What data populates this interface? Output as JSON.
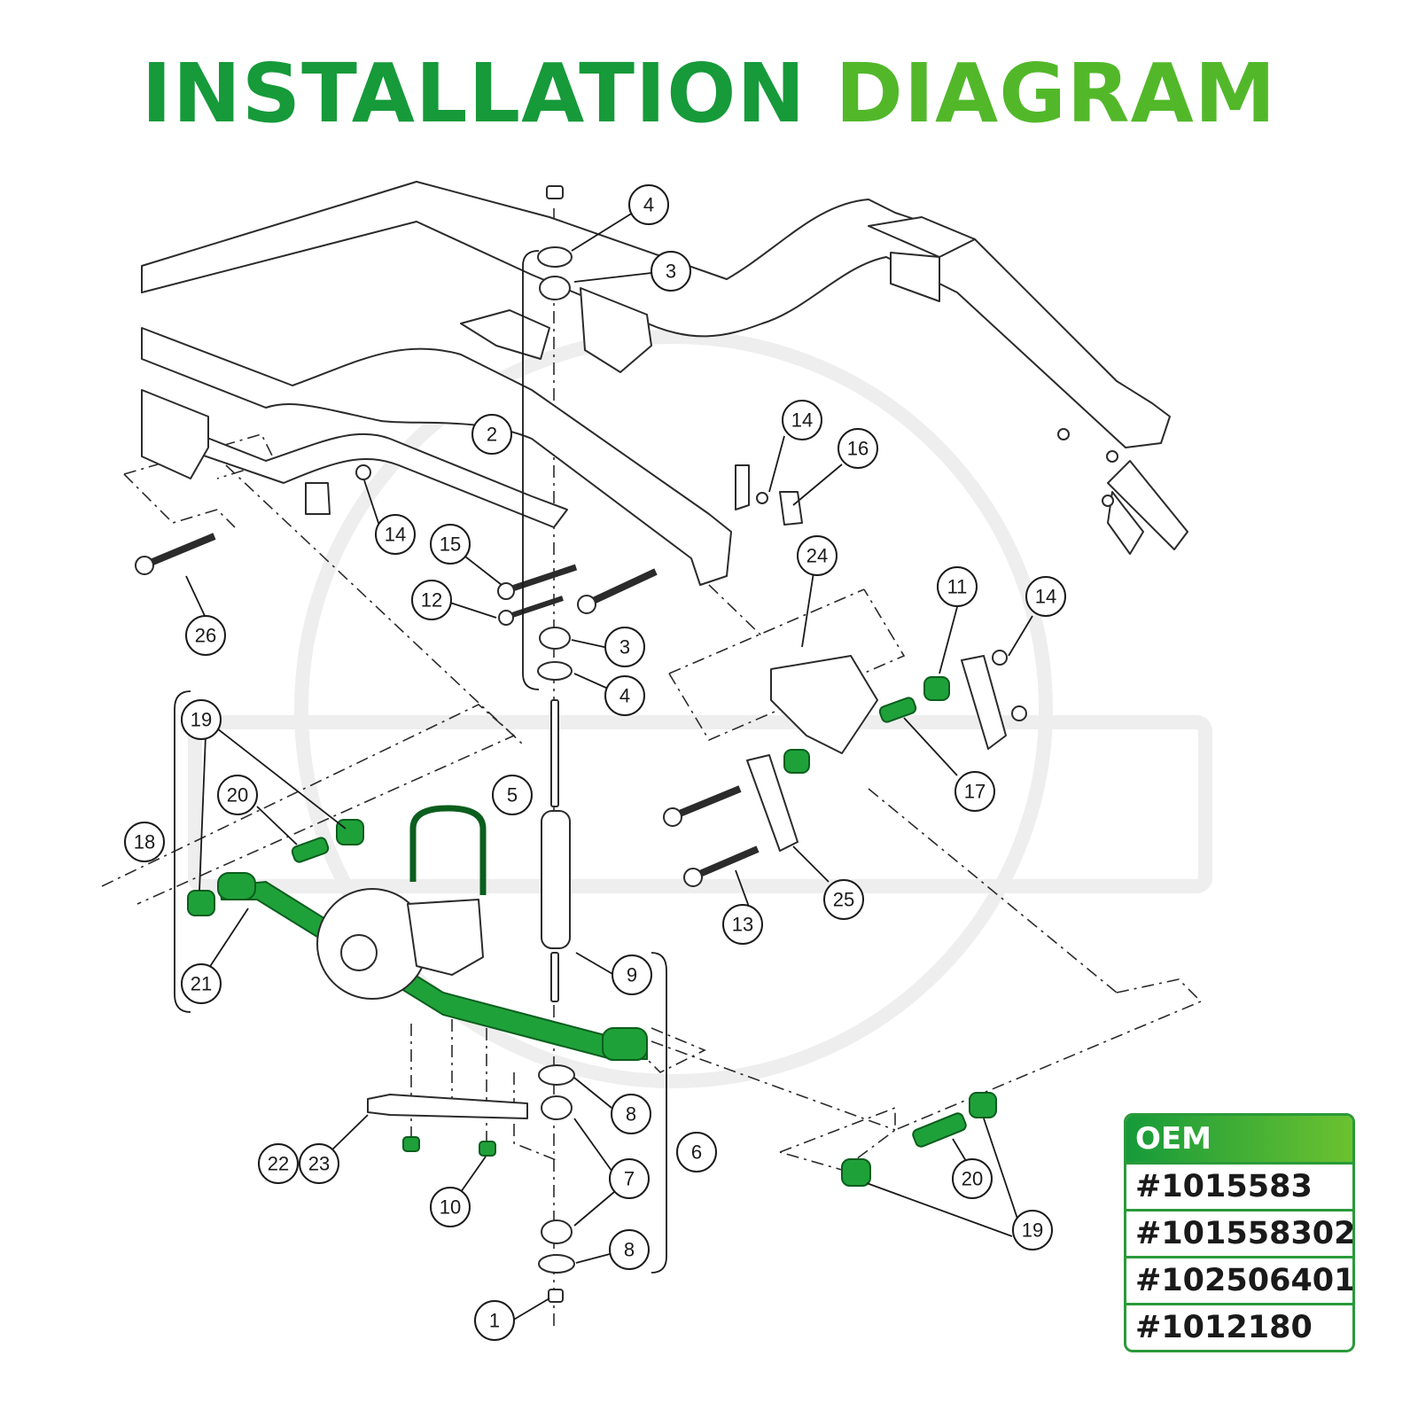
{
  "title": {
    "part1": "INSTALLATION",
    "part2": "DIAGRAM"
  },
  "colors": {
    "title_dark": "#169a3a",
    "title_light": "#52b82a",
    "part_highlight": "#1fa13a",
    "oem_border": "#2a9a3a"
  },
  "callouts": [
    {
      "id": "c4a",
      "label": "4"
    },
    {
      "id": "c3a",
      "label": "3"
    },
    {
      "id": "c2",
      "label": "2"
    },
    {
      "id": "c14a",
      "label": "14"
    },
    {
      "id": "c16",
      "label": "16"
    },
    {
      "id": "c14b",
      "label": "14"
    },
    {
      "id": "c15",
      "label": "15"
    },
    {
      "id": "c12",
      "label": "12"
    },
    {
      "id": "c26",
      "label": "26"
    },
    {
      "id": "c24",
      "label": "24"
    },
    {
      "id": "c11",
      "label": "11"
    },
    {
      "id": "c14c",
      "label": "14"
    },
    {
      "id": "c3b",
      "label": "3"
    },
    {
      "id": "c4b",
      "label": "4"
    },
    {
      "id": "c19a",
      "label": "19"
    },
    {
      "id": "c20a",
      "label": "20"
    },
    {
      "id": "c5",
      "label": "5"
    },
    {
      "id": "c18",
      "label": "18"
    },
    {
      "id": "c17",
      "label": "17"
    },
    {
      "id": "c25",
      "label": "25"
    },
    {
      "id": "c13",
      "label": "13"
    },
    {
      "id": "c21",
      "label": "21"
    },
    {
      "id": "c9",
      "label": "9"
    },
    {
      "id": "c8a",
      "label": "8"
    },
    {
      "id": "c6",
      "label": "6"
    },
    {
      "id": "c22",
      "label": "22"
    },
    {
      "id": "c23",
      "label": "23"
    },
    {
      "id": "c7",
      "label": "7"
    },
    {
      "id": "c10",
      "label": "10"
    },
    {
      "id": "c20b",
      "label": "20"
    },
    {
      "id": "c19b",
      "label": "19"
    },
    {
      "id": "c8b",
      "label": "8"
    },
    {
      "id": "c1",
      "label": "1"
    }
  ],
  "oem": {
    "heading": "OEM",
    "numbers": [
      "#1015583",
      "#101558302",
      "#102506401",
      "#1012180"
    ]
  }
}
